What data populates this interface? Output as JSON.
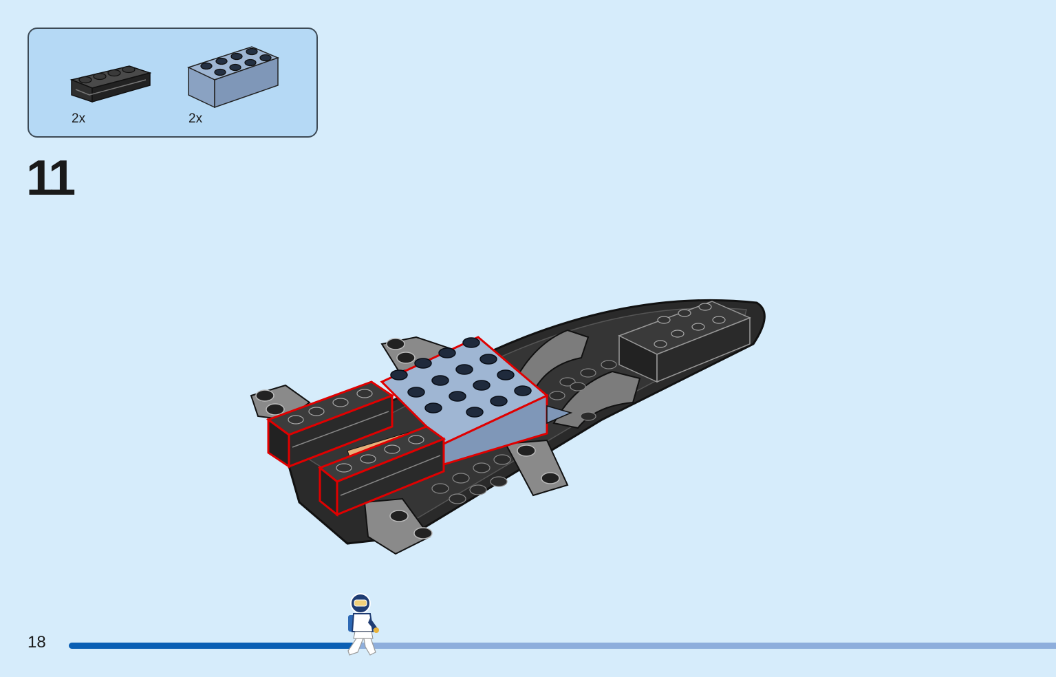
{
  "parts_list": {
    "items": [
      {
        "name": "black-brick-modified-1x4-with-groove",
        "color": "#2b2b2b",
        "quantity": "2x"
      },
      {
        "name": "sand-blue-brick-2x4",
        "color": "#8ea6c6",
        "quantity": "2x"
      }
    ]
  },
  "step": {
    "number": "11"
  },
  "page": {
    "number": "18"
  },
  "progress": {
    "fraction": 0.29
  },
  "colors": {
    "background": "#d6ecfb",
    "parts_box": "#b5d9f5",
    "highlight_outline": "#e00000",
    "progress_done": "#0a5fb4",
    "progress_remaining": "#8eaedc"
  },
  "icons": {
    "progress_marker": "minifigure-astronaut-icon"
  }
}
